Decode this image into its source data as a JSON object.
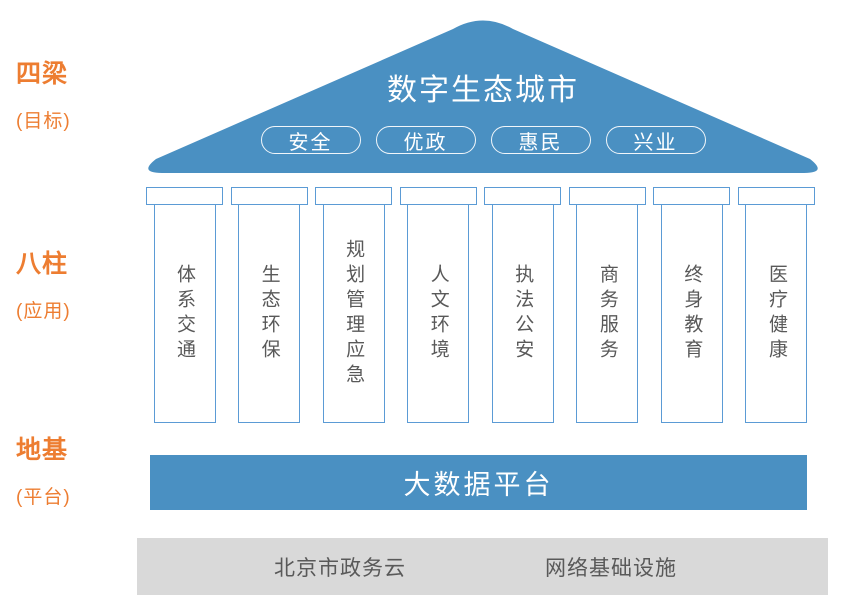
{
  "colors": {
    "roof_blue": "#4a90c2",
    "pillar_border_blue": "#5b9bd5",
    "text_dark_gray": "#595959",
    "accent_orange": "#ed7d31",
    "base_gray": "#d9d9d9"
  },
  "left_labels": [
    {
      "title": "四梁",
      "subtitle": "(目标)"
    },
    {
      "title": "八柱",
      "subtitle": "(应用)"
    },
    {
      "title": "地基",
      "subtitle": "(平台)"
    }
  ],
  "roof": {
    "title": "数字生态城市",
    "goals": [
      "安全",
      "优政",
      "惠民",
      "兴业"
    ]
  },
  "pillars": [
    "体系交通",
    "生态环保",
    "规划管理应急",
    "人文环境",
    "执法公安",
    "商务服务",
    "终身教育",
    "医疗健康"
  ],
  "platform": {
    "label": "大数据平台"
  },
  "base": {
    "items": [
      "北京市政务云",
      "网络基础设施"
    ]
  }
}
